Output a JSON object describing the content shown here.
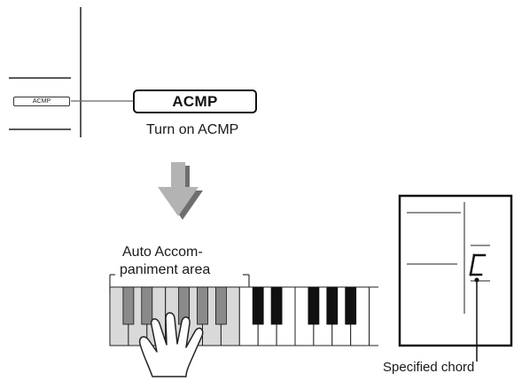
{
  "panel": {
    "small_button_label": "ACMP"
  },
  "button": {
    "label": "ACMP",
    "caption": "Turn on ACMP"
  },
  "keyboard": {
    "area_label_line1": "Auto Accom-",
    "area_label_line2": "paniment area"
  },
  "lcd": {
    "chord_symbol": "C",
    "callout": "Specified chord"
  },
  "colors": {
    "arrow_face": "#b3b3b3",
    "arrow_shadow": "#6e6e6e",
    "key_highlight": "#d9d9d9",
    "black_key_highlight": "#8a8a8a"
  }
}
